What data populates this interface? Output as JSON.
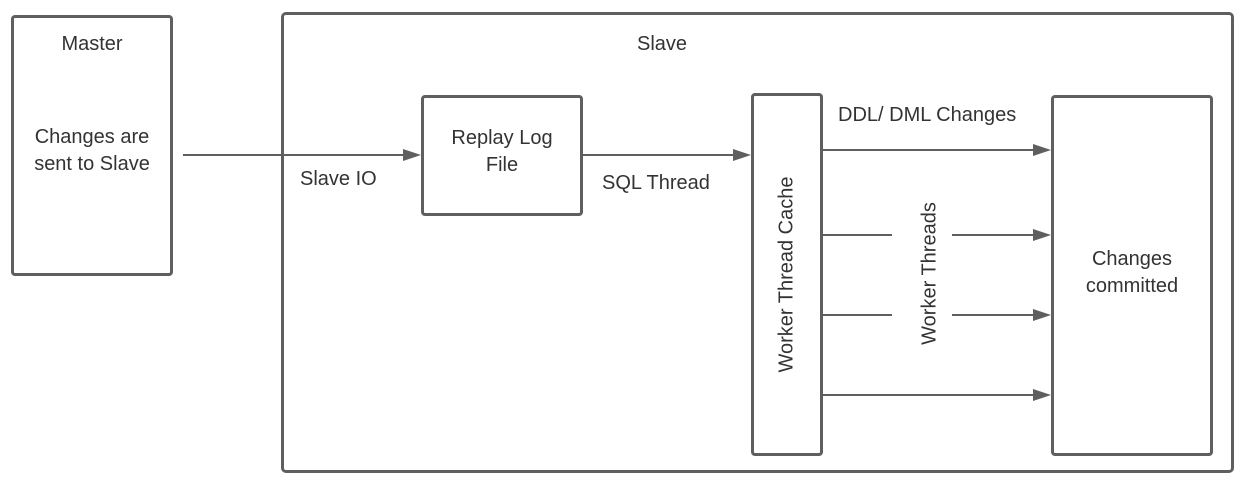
{
  "master": {
    "title": "Master",
    "body_line1": "Changes are",
    "body_line2": "sent to Slave"
  },
  "slave": {
    "title": "Slave"
  },
  "replay_log": {
    "line1": "Replay Log",
    "line2": "File"
  },
  "worker_cache": {
    "label": "Worker Thread Cache"
  },
  "changes_committed": {
    "line1": "Changes",
    "line2": "committed"
  },
  "edges": {
    "slave_io": "Slave IO",
    "sql_thread": "SQL Thread",
    "ddl_dml": "DDL/ DML Changes",
    "worker_threads": "Worker Threads"
  },
  "colors": {
    "stroke": "#5f5f5f",
    "text": "#333333"
  }
}
